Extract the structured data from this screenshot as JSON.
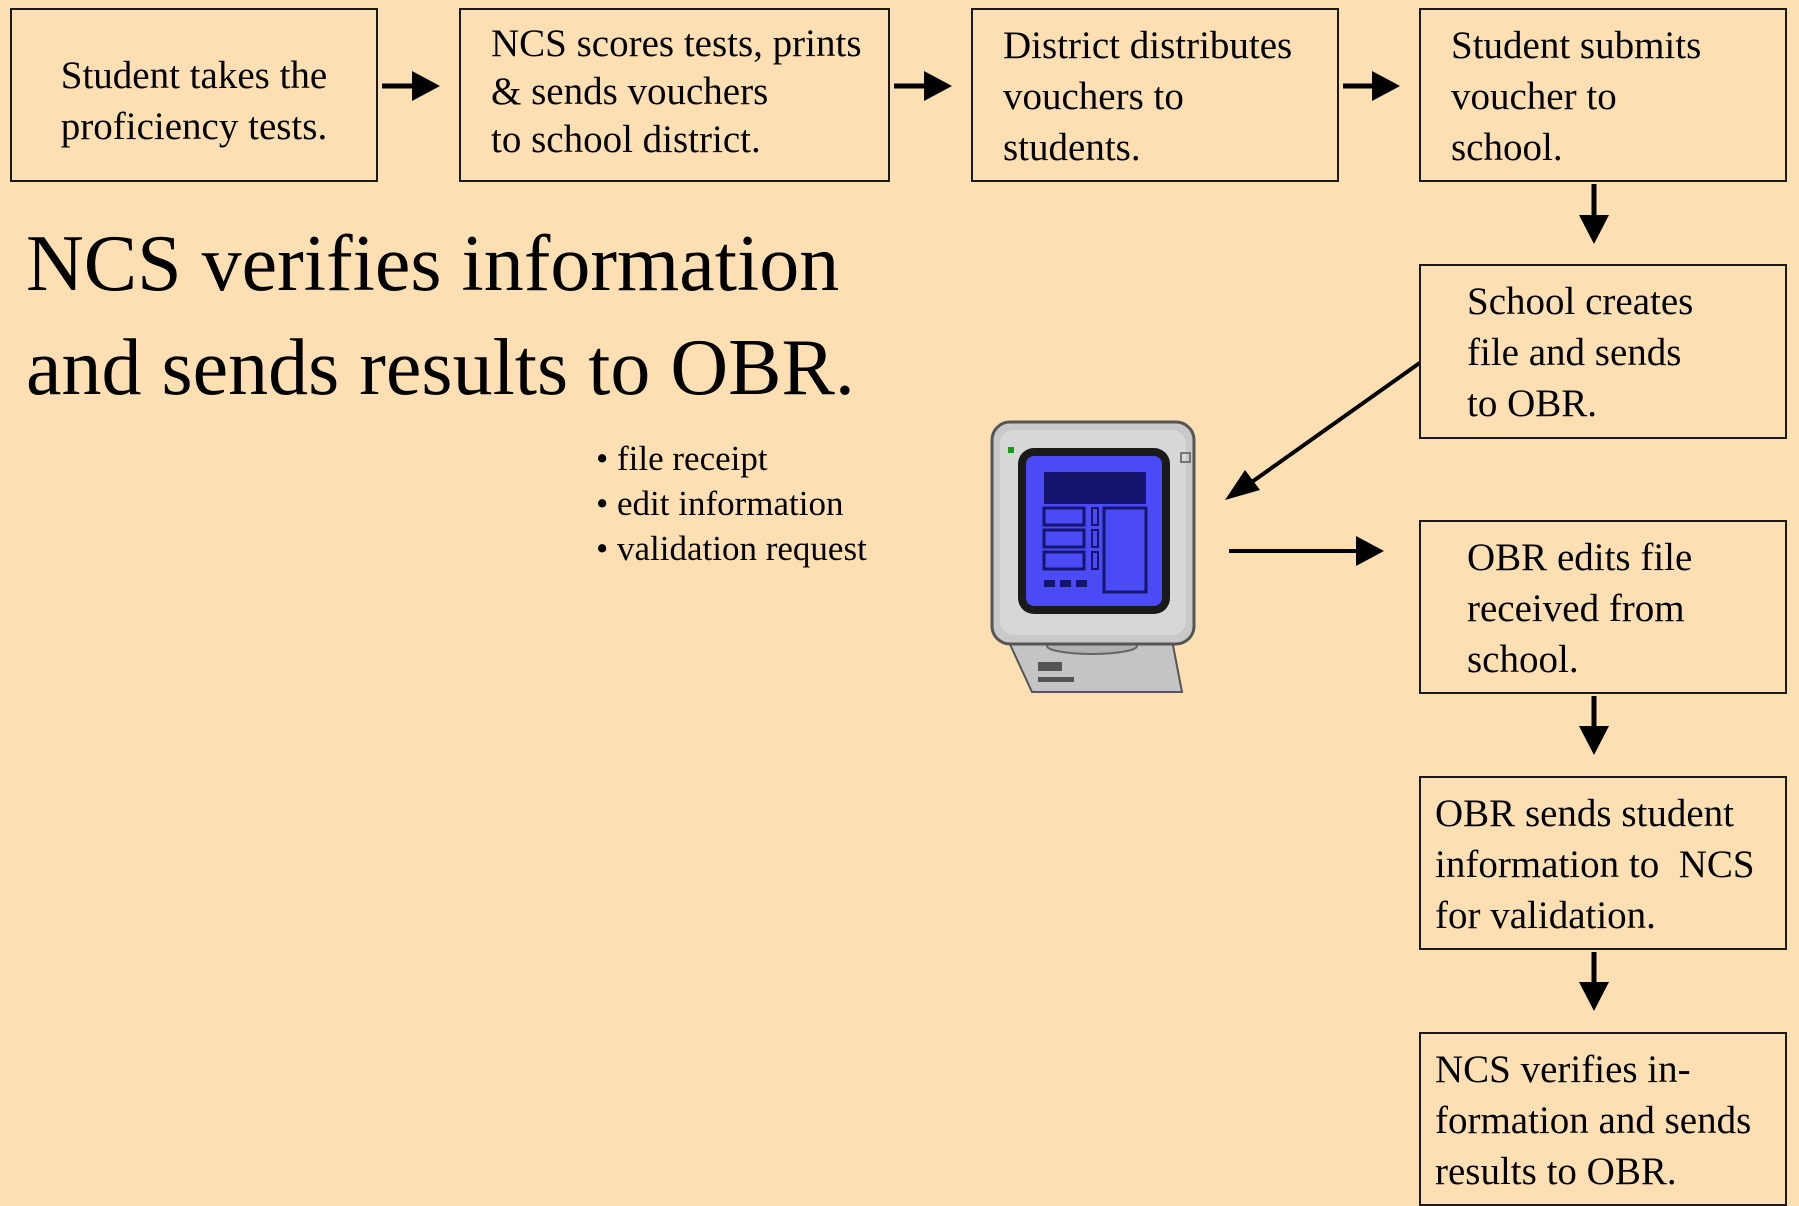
{
  "diagram": {
    "steps": [
      {
        "id": "b1",
        "lines": [
          "Student takes the",
          "proficiency tests."
        ]
      },
      {
        "id": "b2",
        "lines": [
          "NCS scores tests, prints",
          "& sends vouchers",
          "to school district."
        ]
      },
      {
        "id": "b3",
        "lines": [
          "District distributes",
          "vouchers to",
          "students."
        ]
      },
      {
        "id": "b4",
        "lines": [
          "Student submits",
          "voucher to",
          "school."
        ]
      },
      {
        "id": "b5",
        "lines": [
          "School creates",
          "file and sends",
          "to OBR."
        ]
      },
      {
        "id": "b6",
        "lines": [
          "OBR edits file",
          "received from",
          "school."
        ]
      },
      {
        "id": "b7",
        "lines": [
          "OBR sends student",
          "information to  NCS",
          "for validation."
        ]
      },
      {
        "id": "b8",
        "lines": [
          "NCS verifies in-",
          "formation and sends",
          "results to OBR."
        ]
      }
    ],
    "headline": {
      "line1": "NCS verifies information",
      "line2": "and sends results to OBR."
    },
    "bullets": [
      "file receipt",
      "edit information",
      "validation request"
    ],
    "computer_icon": "computer-monitor-icon",
    "colors": {
      "background": "#FDDFB4",
      "screen": "#4B4BF5",
      "monitor": "#C4C4C4"
    }
  }
}
